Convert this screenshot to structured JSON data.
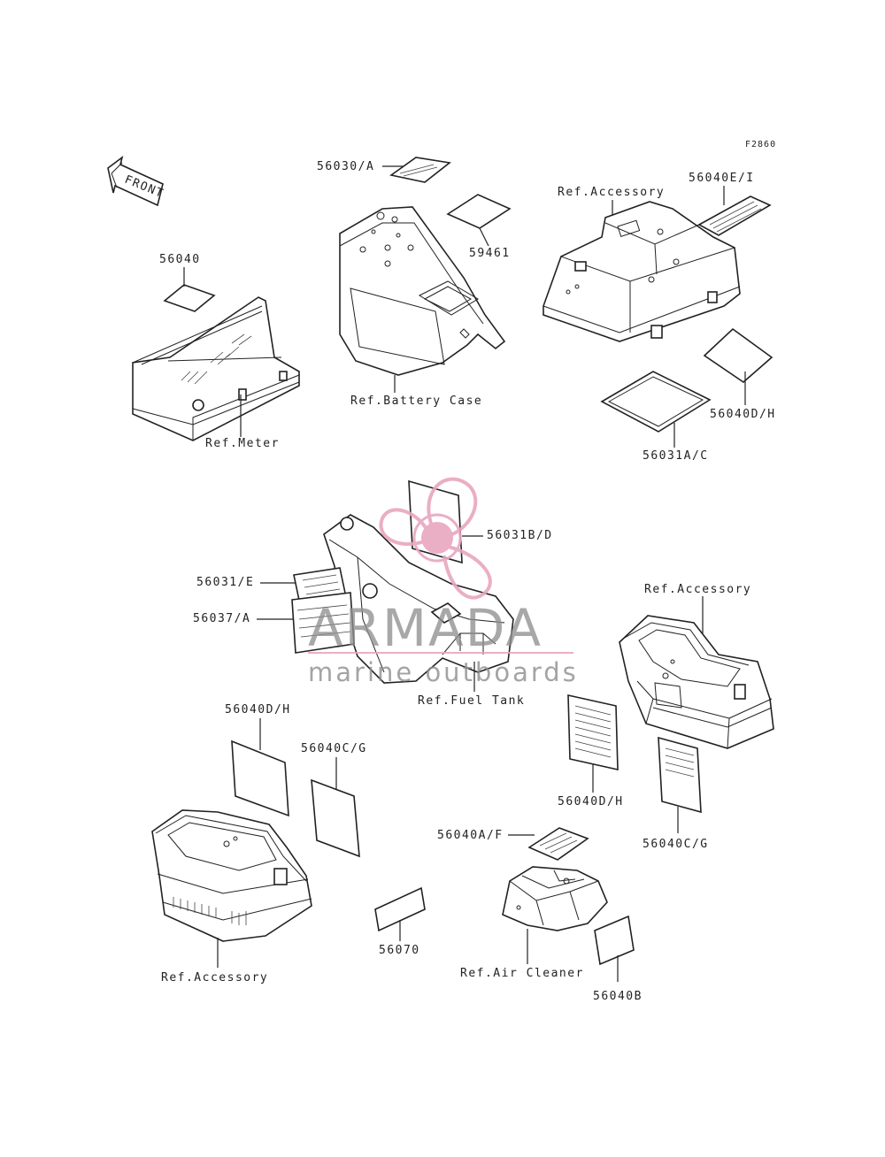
{
  "figure_code": "F2860",
  "front_label": "FRONT",
  "labels": {
    "p56030A": "56030/A",
    "p59461": "59461",
    "p56040": "56040",
    "p56040EI": "56040E/I",
    "refAccessoryTop": "Ref.Accessory",
    "refMeter": "Ref.Meter",
    "refBatteryCase": "Ref.Battery Case",
    "p56040DH_top": "56040D/H",
    "p56031AC": "56031A/C",
    "p56031BD": "56031B/D",
    "p56031E": "56031/E",
    "p56037A": "56037/A",
    "refFuelTank": "Ref.Fuel Tank",
    "refAccessoryMid": "Ref.Accessory",
    "p56040DH_left": "56040D/H",
    "p56040CG_left": "56040C/G",
    "p56040DH_right": "56040D/H",
    "p56040CG_right": "56040C/G",
    "p56040AF": "56040A/F",
    "p56070": "56070",
    "refAccessoryBottom": "Ref.Accessory",
    "refAirCleaner": "Ref.Air Cleaner",
    "p56040B": "56040B"
  },
  "watermark": {
    "brand": "ARMADA",
    "tagline": "marine outboards",
    "color": "#e8a6bf"
  }
}
